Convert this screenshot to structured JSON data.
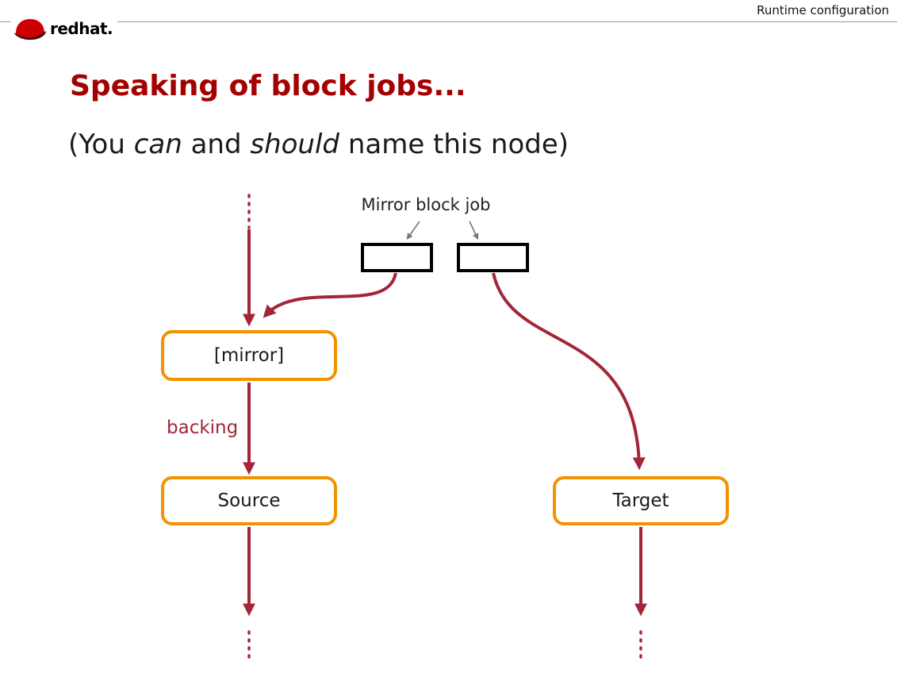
{
  "header": {
    "title": "Runtime configuration"
  },
  "logo": {
    "brand": "redhat."
  },
  "slide": {
    "title": "Speaking of block jobs...",
    "subtitle": {
      "part1": "(You ",
      "italic1": "can",
      "part2": " and ",
      "italic2": "should",
      "part3": " name this node)"
    }
  },
  "diagram": {
    "job_label": "Mirror block job",
    "nodes": {
      "mirror": "[mirror]",
      "source": "Source",
      "target": "Target"
    },
    "edge_label": "backing"
  },
  "colors": {
    "title_color": "#a40000",
    "arrow_color": "#a32638",
    "node_border_color": "#f39200",
    "logo_red": "#cc0000"
  }
}
